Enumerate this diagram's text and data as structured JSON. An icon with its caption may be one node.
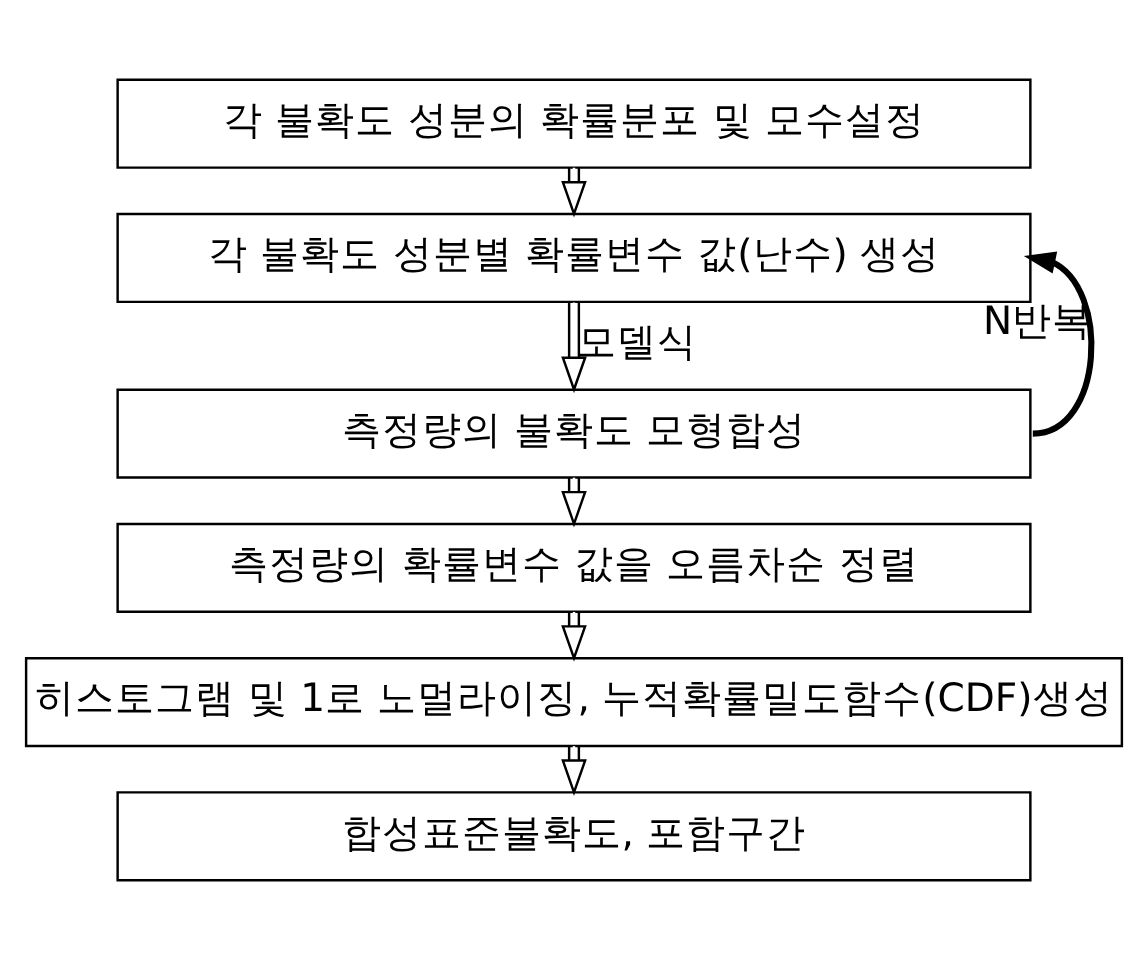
{
  "diagram": {
    "nodes": [
      {
        "text": [
          "각 불확도 성분의 확률분포 및 모수설정"
        ]
      },
      {
        "text": [
          "각 불확도 성분별 확률변수 값(난수) 생성"
        ]
      },
      {
        "text": [
          "측정량의 불확도 모형합성"
        ]
      },
      {
        "text": [
          "측정량의 확률변수 값을 오름차순 정렬"
        ]
      },
      {
        "text": [
          "히스토그램 및 1로 노멀라이징, 누적확률밀도함수(CDF)생성"
        ]
      },
      {
        "text": [
          "합성표준불확도, 포함구간"
        ]
      }
    ],
    "edges": [
      {
        "from": 0,
        "to": 1,
        "arrow": "to"
      },
      {
        "from": 1,
        "to": 2,
        "arrow": "to",
        "label": "모델식"
      },
      {
        "from": 2,
        "to": 1,
        "arrow": "to",
        "label": "N반복",
        "style": "thick"
      },
      {
        "from": 2,
        "to": 3,
        "arrow": "to"
      },
      {
        "from": 3,
        "to": 4,
        "arrow": "to"
      },
      {
        "from": 4,
        "to": 5,
        "arrow": "to"
      }
    ]
  }
}
